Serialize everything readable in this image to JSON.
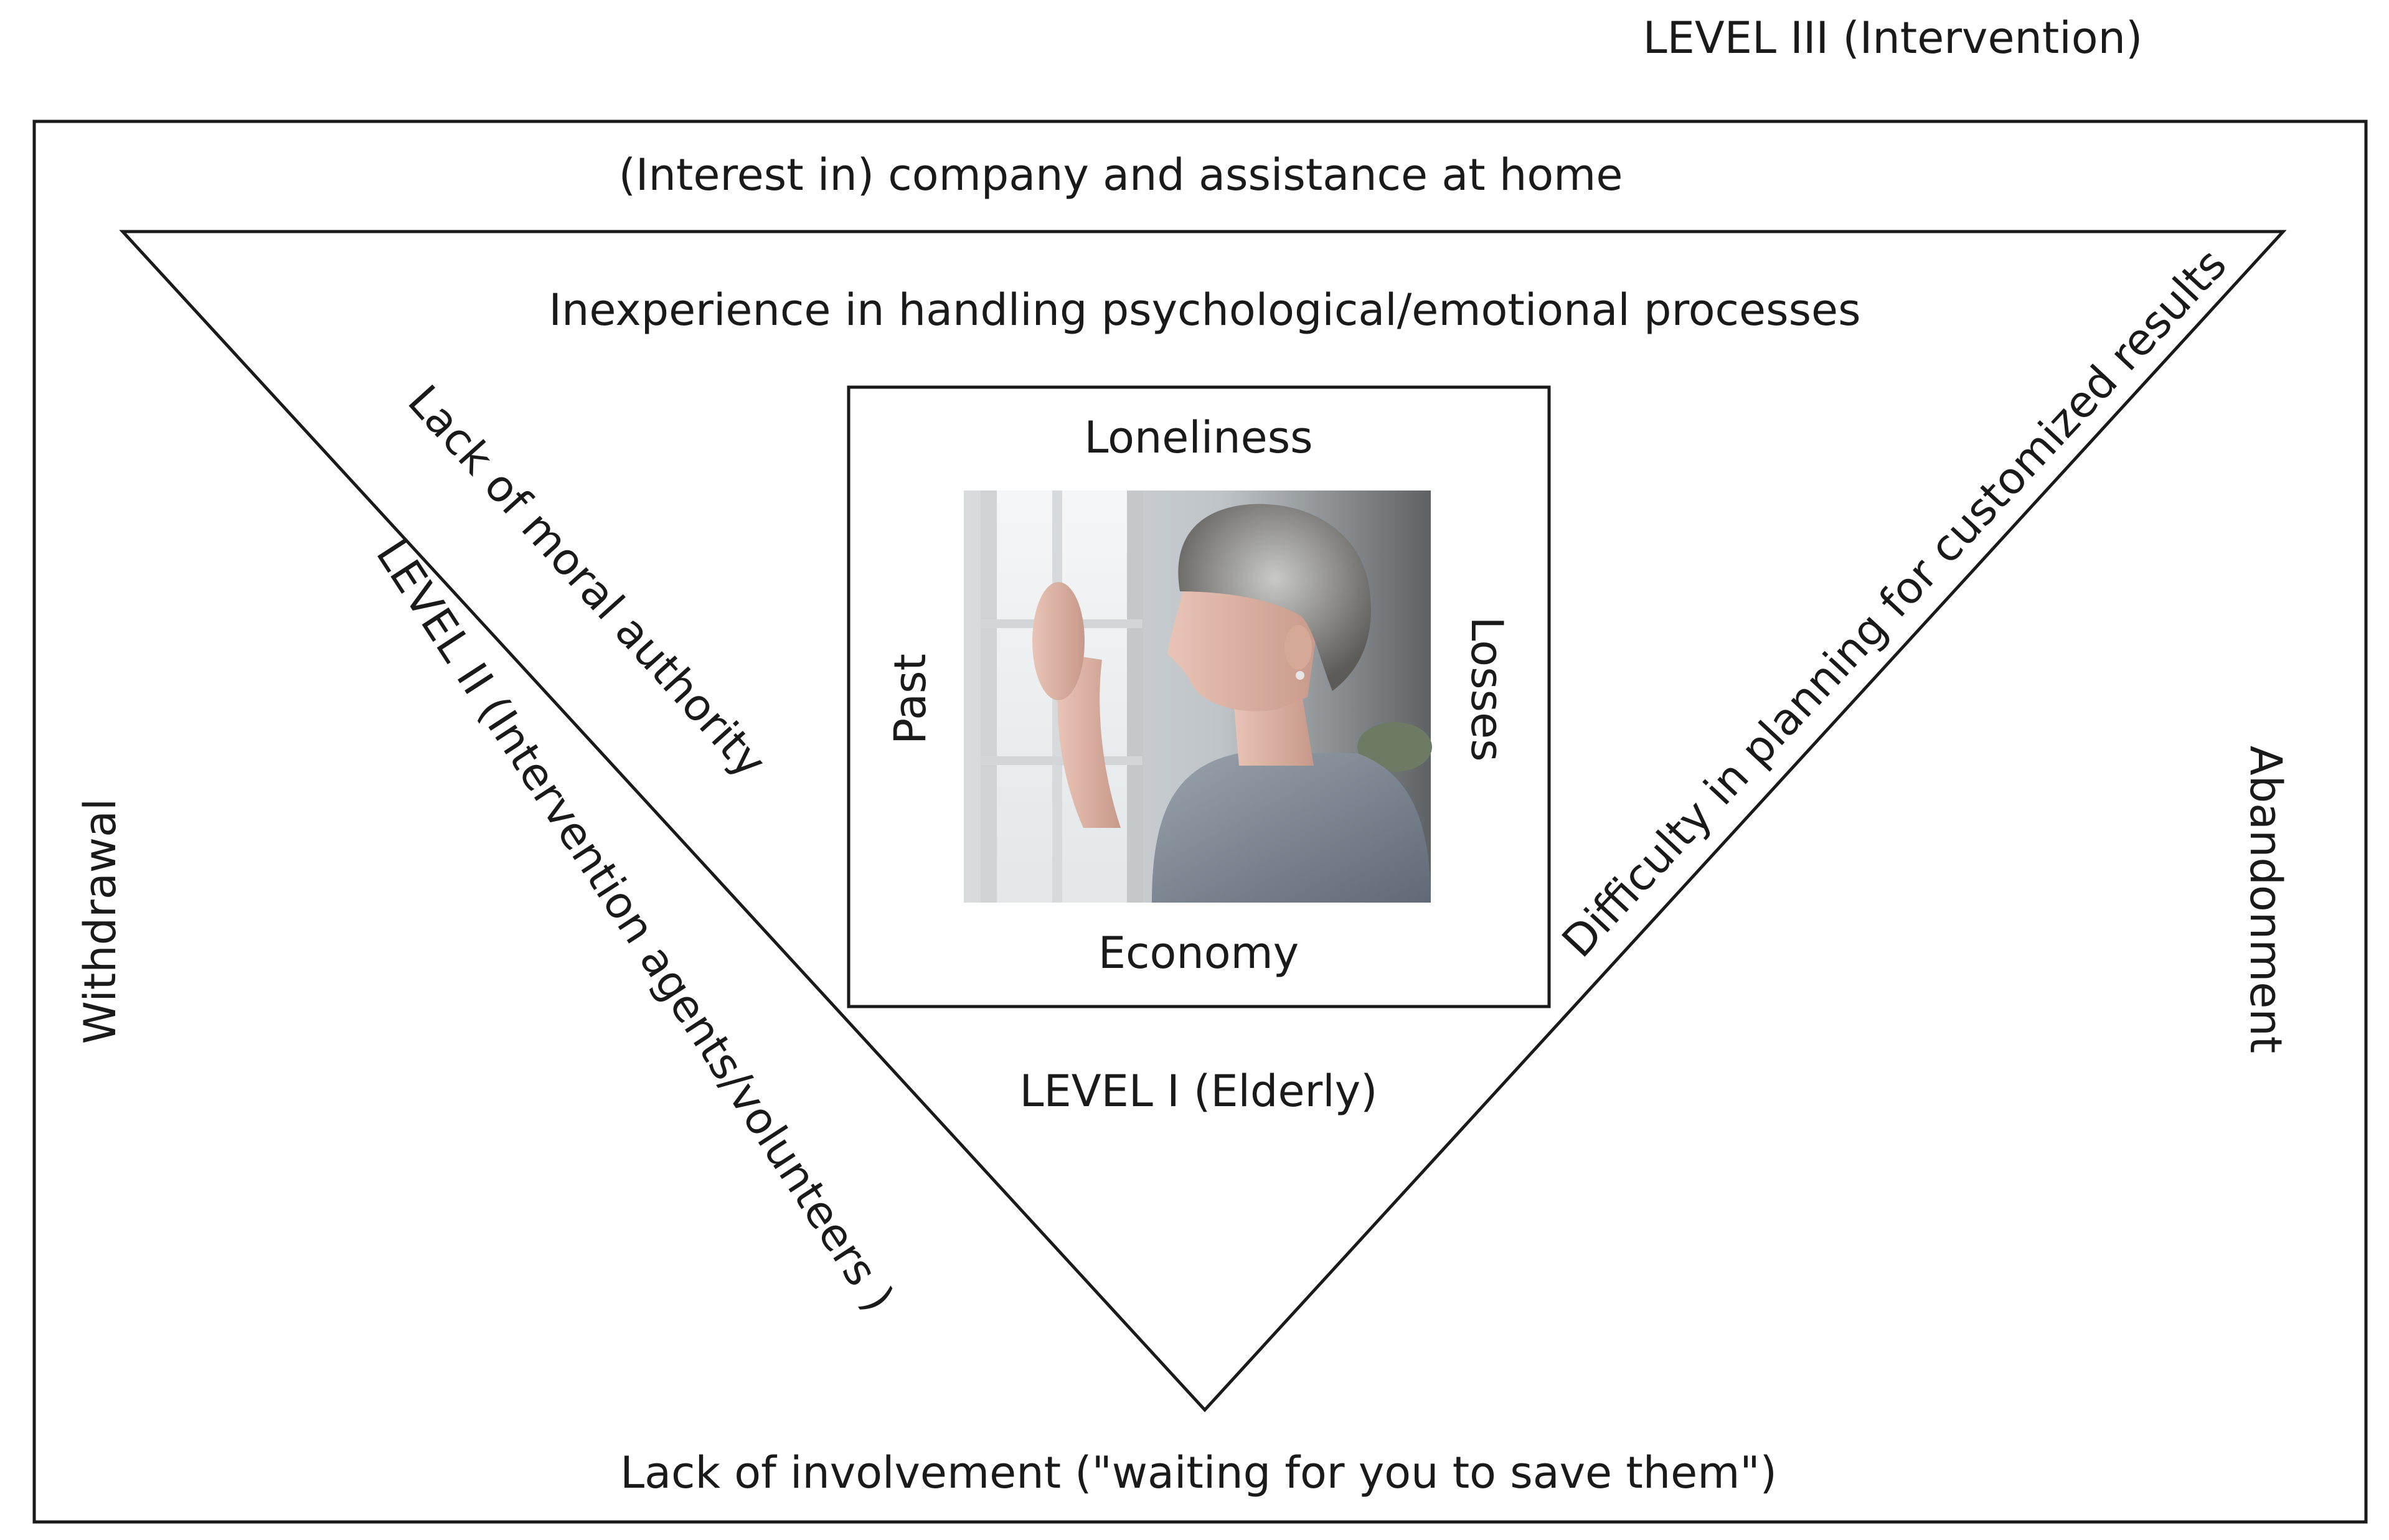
{
  "title": "LEVEL III (Intervention)",
  "outer": {
    "top": "(Interest in) company and assistance at home",
    "bottom": "Lack of involvement (\"waiting for you to save them\")",
    "left": "Withdrawal",
    "right": "Abandonment"
  },
  "triangle": {
    "top": "Inexperience in handling psychological/emotional processes",
    "left_edge_inner": "Lack of moral authority",
    "left_edge_outer": "LEVEL II (Intervention agents/volunteers )",
    "right_edge": "Difficulty in planning for customized results",
    "bottom": "LEVEL I (Elderly)"
  },
  "center": {
    "top": "Loneliness",
    "bottom": "Economy",
    "left": "Past",
    "right": "Losses",
    "photo": "elderly-woman-looking-out-window"
  },
  "colors": {
    "line": "#1a1a1a",
    "background": "#ffffff"
  }
}
